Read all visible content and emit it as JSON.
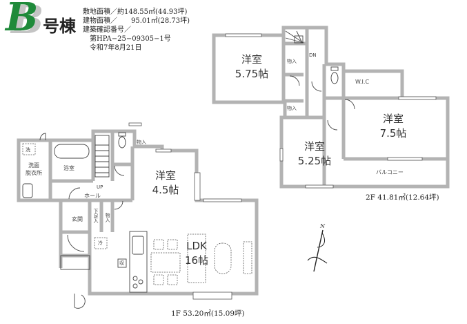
{
  "header": {
    "building_letter": "B",
    "building_suffix": "号棟",
    "info_lines": [
      "敷地面積／約148.55㎡(44.93坪)",
      "建物面積／　　95.01㎡(28.73坪)",
      "建築確認番号／",
      "　第HPA−25−09305−1号",
      "　令和7年8月21日"
    ],
    "brand_color": "#1f8a3a",
    "shadow_color": "#bbbbbb"
  },
  "floor2": {
    "area_label": "2F 41.81㎡(12.64坪)",
    "rooms": {
      "western_575": {
        "name": "洋室",
        "size": "5.75帖"
      },
      "western_75": {
        "name": "洋室",
        "size": "7.5帖"
      },
      "western_525": {
        "name": "洋室",
        "size": "5.25帖"
      },
      "wic": "W.I.C",
      "balcony": "バルコニー",
      "storage_a": "物入",
      "storage_b": "物入",
      "stair_dn": "DN"
    }
  },
  "floor1": {
    "area_label": "1F 53.20㎡(15.09坪)",
    "rooms": {
      "western_45": {
        "name": "洋室",
        "size": "4.5帖"
      },
      "ldk": {
        "name": "LDK",
        "size": "16帖"
      },
      "washroom": "洗面\n脱衣所",
      "washer": "洗",
      "bath": "浴室",
      "hall_up": "UP",
      "hall": "ホール",
      "entrance": "玄関",
      "shoe_box": "下足入",
      "storage_hall": "物入",
      "storage_top": "物入",
      "fridge": "冷",
      "pantry": "収"
    }
  },
  "compass": {
    "label": "N"
  },
  "colors": {
    "wall": "#b3b3b3",
    "wall_edge": "#555555",
    "line": "#444444"
  }
}
